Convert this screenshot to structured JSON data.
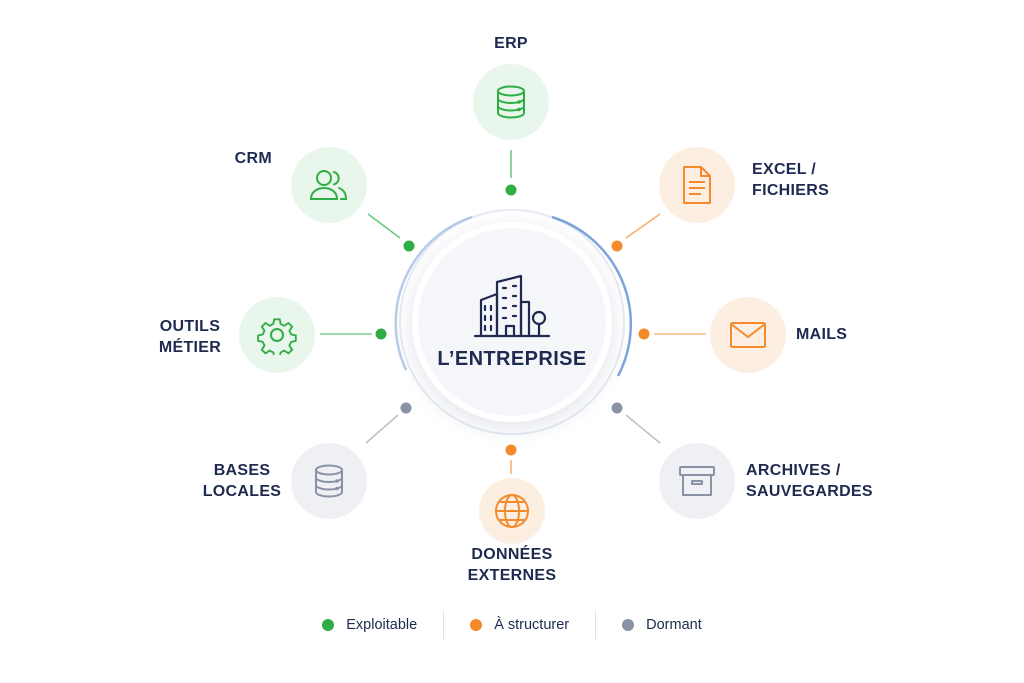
{
  "center": {
    "title": "L’ENTREPRISE",
    "icon": "building-icon"
  },
  "colors": {
    "exploitable": "#2fae45",
    "structurer": "#f58a2c",
    "dormant": "#8a93a6",
    "text": "#1e2a4f"
  },
  "nodes": {
    "erp": {
      "label": "ERP",
      "status": "exploitable",
      "icon": "database-icon"
    },
    "crm": {
      "label": "CRM",
      "status": "exploitable",
      "icon": "users-icon"
    },
    "excel": {
      "line1": "EXCEL /",
      "line2": "FICHIERS",
      "status": "structurer",
      "icon": "document-icon"
    },
    "outils": {
      "line1": "OUTILS",
      "line2": "MÉTIER",
      "status": "exploitable",
      "icon": "gear-icon"
    },
    "mails": {
      "label": "MAILS",
      "status": "structurer",
      "icon": "mail-icon"
    },
    "bases": {
      "line1": "BASES",
      "line2": "LOCALES",
      "status": "dormant",
      "icon": "database-icon"
    },
    "archives": {
      "line1": "ARCHIVES /",
      "line2": "SAUVEGARDES",
      "status": "dormant",
      "icon": "archive-box-icon"
    },
    "externes": {
      "line1": "DONNÉES",
      "line2": "EXTERNES",
      "status": "structurer",
      "icon": "globe-icon"
    }
  },
  "legend": {
    "exploitable": "Exploitable",
    "structurer": "À structurer",
    "dormant": "Dormant"
  }
}
